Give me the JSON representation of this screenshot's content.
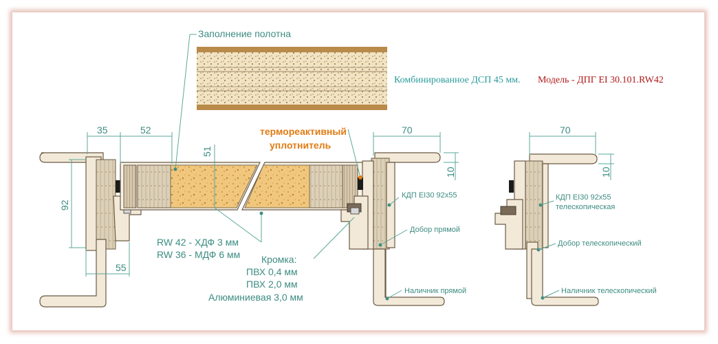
{
  "labels": {
    "filling": "Заполнение полотна",
    "material_desc": "Комбинированное ДСП 45 мм.",
    "model": "Модель  - ДПГ EI 30.101.RW42",
    "seal_line1": "термореактивный",
    "seal_line2": "уплотнитель",
    "rw42": "RW 42 - ХДФ 3 мм",
    "rw36": "RW 36 - МДФ  6 мм",
    "edge_title": "Кромка:",
    "edge_pvc04": "ПВХ 0,4 мм",
    "edge_pvc20": "ПВХ 2,0 мм",
    "edge_alu": "Алюминиевая 3,0 мм",
    "kdp": "КДП EI30 92х55",
    "dobor_straight": "Добор прямой",
    "nalichnik_straight": "Наличник прямой",
    "kdp_tele_line1": "КДП EI30 92х55",
    "kdp_tele_line2": "телескопическая",
    "dobor_tele": "Добор телескопический",
    "nalichnik_tele": "Наличник телескопический"
  },
  "dimensions": {
    "d35": "35",
    "d52": "52",
    "d51": "51",
    "d92": "92",
    "d55": "55",
    "d70_mid": "70",
    "d10_mid": "10",
    "d70_right": "70",
    "d10_right": "10"
  },
  "colors": {
    "annotation": "#3d8c82",
    "seal_label": "#e07b12",
    "model_text": "#b01818",
    "material_text": "#2a9a9a",
    "frame_glow": "#cd7869"
  }
}
